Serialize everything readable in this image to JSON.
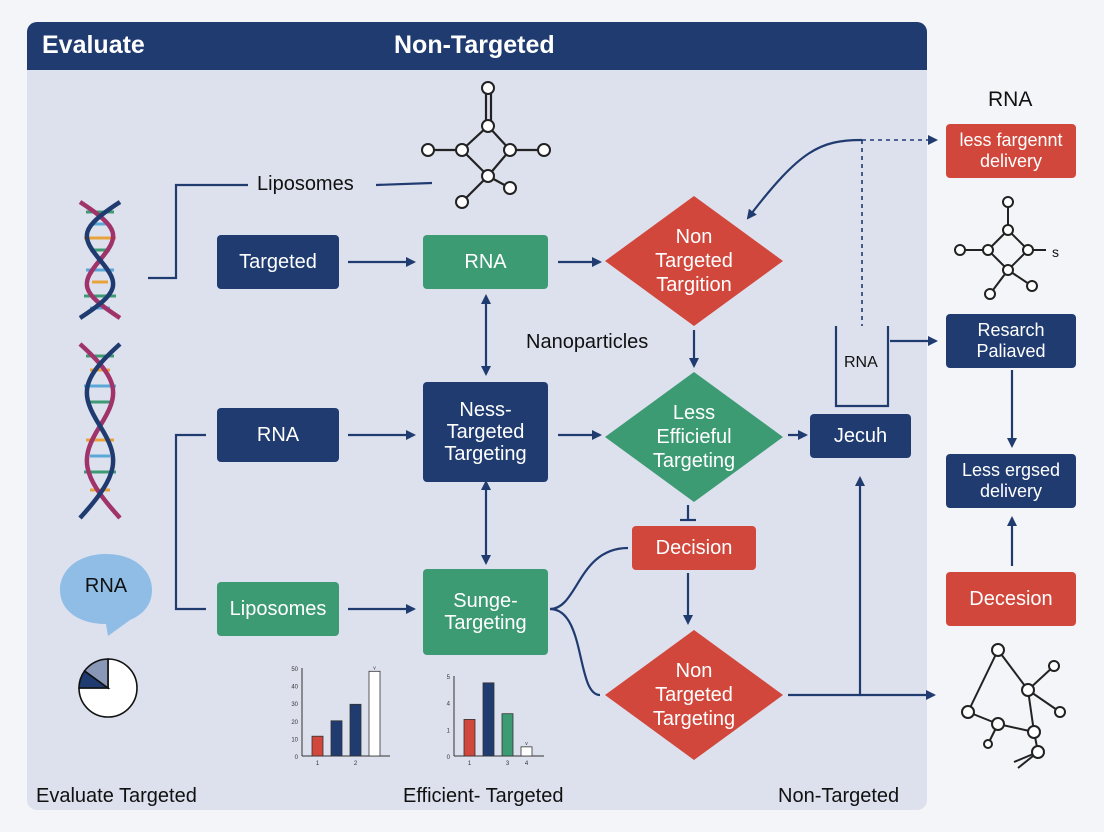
{
  "header": {
    "left_title": "Evaluate",
    "center_title": "Non-Targeted"
  },
  "labels": {
    "liposomes": "Liposomes",
    "nanoparticles": "Nanoparticles",
    "rna_top_right": "RNA",
    "rna_tube": "RNA",
    "bubble_rna": "RNA"
  },
  "boxes": {
    "targeted": "Targeted",
    "rna_green": "RNA",
    "rna_navy": "RNA",
    "ness_targeted": "Ness-\nTargeted\nTargeting",
    "liposomes_box": "Liposomes",
    "sunge_targeting": "Sunge-\nTargeting",
    "decision": "Decision",
    "jecuh": "Jecuh",
    "less_fargennt": "less fargennt\ndelivery",
    "resarch_paliaved": "Resarch\nPaliaved",
    "less_ergsed": "Less ergsed\ndelivery",
    "decesion": "Decesion"
  },
  "diamonds": {
    "non_targeted_targition": "Non\nTargeted\nTargition",
    "less_efficieful": "Less\nEfficieful\nTargeting",
    "non_targeted_targeting": "Non\nTargeted\nTargeting"
  },
  "molecule_s_label": "s",
  "footer": {
    "left": "Evaluate Targeted",
    "center": "Efficient- Targeted",
    "right": "Non-Targeted"
  },
  "colors": {
    "navy": "#1f3b70",
    "green": "#3d9b74",
    "red": "#d2473b",
    "panel": "#dde1ee",
    "bubble": "#8fbde6"
  },
  "chart_data": [
    {
      "type": "bar",
      "yticks": [
        "50",
        "40",
        "30",
        "20",
        "10",
        "0"
      ],
      "xticks": [
        "1",
        "2"
      ],
      "values": [
        18,
        32,
        47,
        77
      ],
      "colors": [
        "#d2473b",
        "#1f3b70",
        "#1f3b70",
        "#ffffff"
      ],
      "ylim": [
        0,
        80
      ]
    },
    {
      "type": "bar",
      "yticks": [
        "5",
        "4",
        "1",
        "0"
      ],
      "xticks": [
        "1",
        "3",
        "4"
      ],
      "values": [
        3.2,
        6.4,
        3.7,
        0.8
      ],
      "colors": [
        "#d2473b",
        "#1f3b70",
        "#3d9b74",
        "#ffffff"
      ],
      "ylim": [
        0,
        7
      ]
    }
  ],
  "pie_data": {
    "values": [
      75,
      10,
      15
    ],
    "colors": [
      "#ffffff",
      "#1f3b70",
      "#8a98b8"
    ]
  }
}
